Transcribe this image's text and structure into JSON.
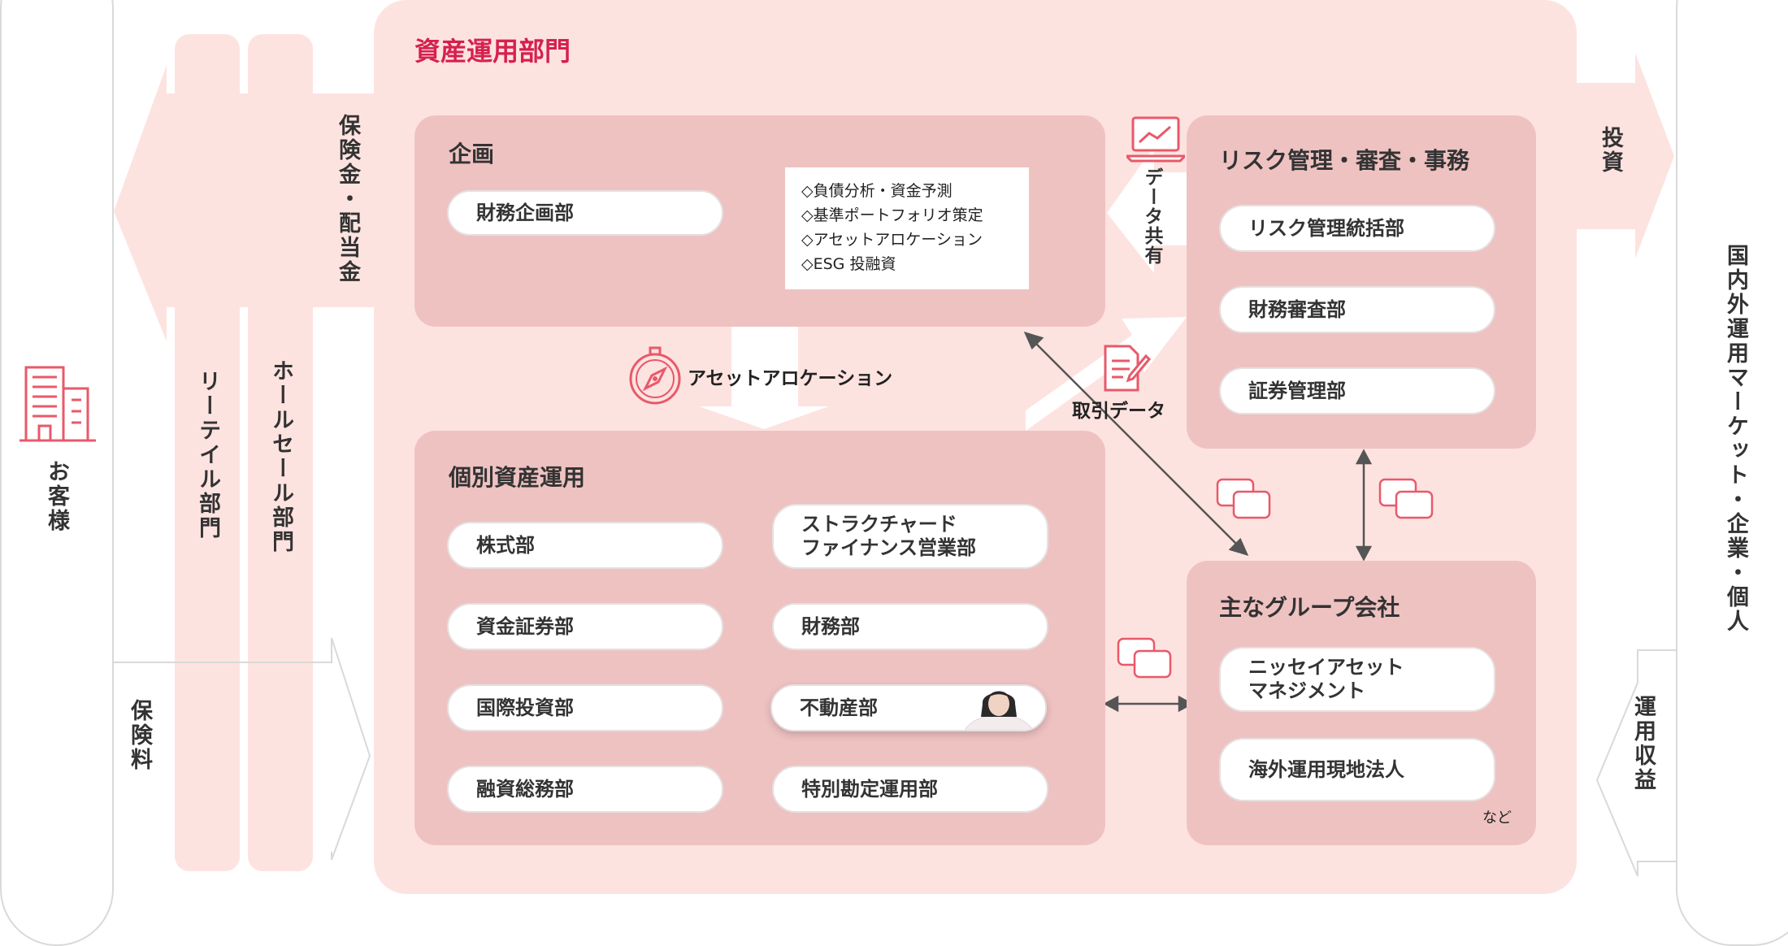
{
  "customer": {
    "label": "お客様"
  },
  "premium": {
    "label": "保険料"
  },
  "retail": {
    "label": "リーテイル部門"
  },
  "wholesale": {
    "label": "ホールセール部門"
  },
  "payout": {
    "label": "保険金・配当金"
  },
  "department": {
    "title": "資産運用部門"
  },
  "planning": {
    "title": "企画",
    "unit": "財務企画部",
    "tasks": [
      "◇負債分析・資金予測",
      "◇基準ポートフォリオ策定",
      "◇アセットアロケーション",
      "◇ESG 投融資"
    ]
  },
  "allocation_label": "アセットアロケーション",
  "data_share_label": "データ共有",
  "trade_data_label": "取引データ",
  "risk": {
    "title": "リスク管理・審査・事務",
    "units": [
      "リスク管理統括部",
      "財務審査部",
      "証券管理部"
    ]
  },
  "individual": {
    "title": "個別資産運用",
    "left_units": [
      "株式部",
      "資金証券部",
      "国際投資部",
      "融資総務部"
    ],
    "right_units": [
      "ストラクチャード\nファイナンス営業部",
      "財務部",
      "不動産部",
      "特別勘定運用部"
    ]
  },
  "group": {
    "title": "主なグループ会社",
    "units": [
      "ニッセイアセット\nマネジメント",
      "海外運用現地法人"
    ],
    "note": "など"
  },
  "invest": {
    "label": "投資"
  },
  "returns": {
    "label": "運用収益"
  },
  "market": {
    "label": "国内外運用マーケット・企業・個人"
  },
  "colors": {
    "accent": "#d6204e",
    "icon": "#e8596a",
    "panel": "#efc2c2",
    "bg": "#fde3e0"
  }
}
